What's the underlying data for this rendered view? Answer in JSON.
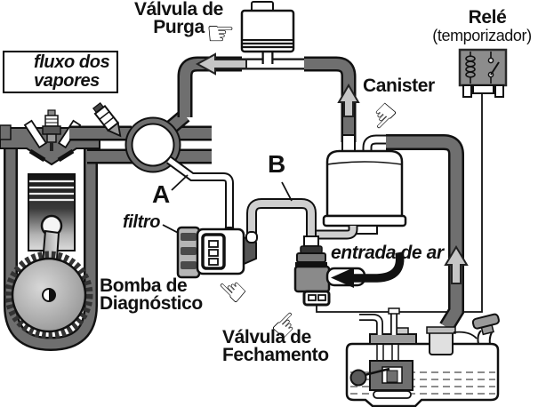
{
  "diagram": {
    "legend": {
      "line1": "fluxo dos",
      "line2": "vapores"
    },
    "purge_valve_label": {
      "line1": "Válvula de",
      "line2": "Purga"
    },
    "relay_label": {
      "title": "Relé",
      "subtitle": "(temporizador)"
    },
    "canister_label": "Canister",
    "point_a": "A",
    "point_b": "B",
    "filter_label": "filtro",
    "pump_label": {
      "line1": "Bomba de",
      "line2": "Diagnóstico"
    },
    "air_inlet_label": "entrada de ar",
    "closing_valve_label": {
      "line1": "Válvula de",
      "line2": "Fechamento"
    },
    "icons": {
      "pointing_hand": "☞",
      "vapor_flow_arrow": "up-arrow",
      "purge_flow_arrow": "left-arrow",
      "air_inlet_arrow": "left-arrow"
    },
    "colors": {
      "pipe_dark": "#6f6f6f",
      "tube_light": "#cfcfcf",
      "flow_arrow_fill": "#c6c6c6",
      "relay_body": "#8c8c8c",
      "ink": "#111111",
      "background": "#ffffff"
    }
  }
}
